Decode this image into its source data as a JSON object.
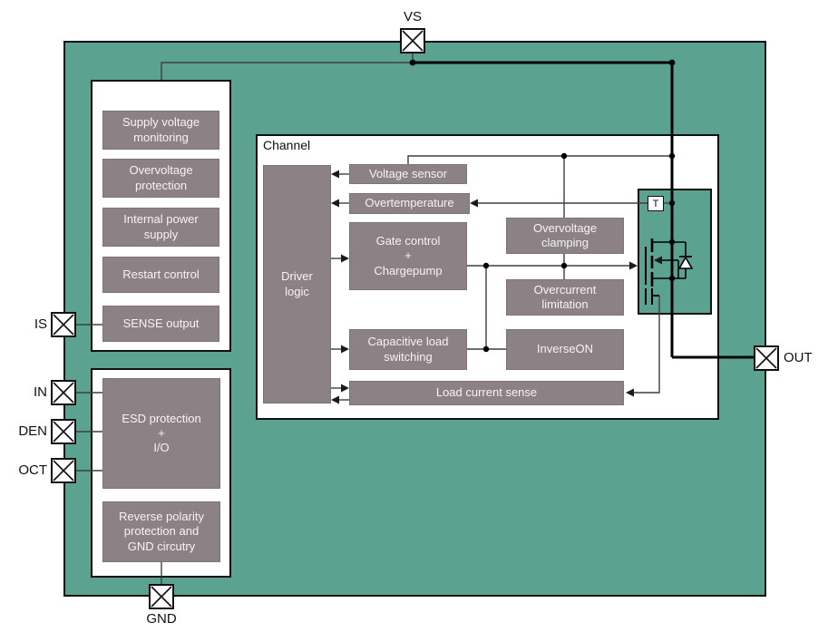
{
  "colors": {
    "chip_teal": "#5BA390",
    "block_gray": "#8C8185",
    "block_text": "#F7F4F5",
    "wire_thin": "#3F3F3F",
    "wire_thick": "#000000",
    "border": "#101010"
  },
  "pins": {
    "vs": "VS",
    "is": "IS",
    "in": "IN",
    "den": "DEN",
    "oct": "OCT",
    "gnd": "GND",
    "out": "OUT"
  },
  "left_top_panel": {
    "blocks": [
      "Supply voltage\nmonitoring",
      "Overvoltage\nprotection",
      "Internal power\nsupply",
      "Restart control",
      "SENSE output"
    ]
  },
  "left_bottom_panel": {
    "blocks": [
      "ESD protection\n+\nI/O",
      "Reverse polarity\nprotection and\nGND circutry"
    ]
  },
  "channel": {
    "title": "Channel",
    "driver_logic": "Driver\nlogic",
    "voltage_sensor": "Voltage sensor",
    "overtemperature": "Overtemperature",
    "gate_control": "Gate control\n+\nChargepump",
    "overvoltage_clamping": "Overvoltage\nclamping",
    "overcurrent_limitation": "Overcurrent\nlimitation",
    "capacitive_load_switching": "Capacitive load\nswitching",
    "inverse_on": "InverseON",
    "load_current_sense": "Load current sense"
  },
  "mosfet": {
    "temp_sensor_label": "T"
  }
}
